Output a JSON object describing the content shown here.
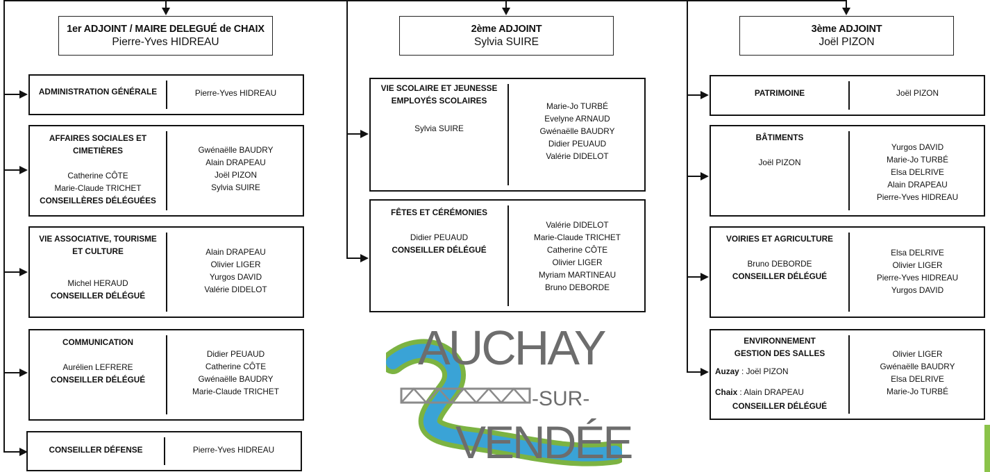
{
  "colors": {
    "line": "#111111",
    "logo_text": "#6d6d6d",
    "logo_blue": "#3aa3d6",
    "logo_green": "#7cb342",
    "accent_green": "#8bc34a"
  },
  "headers": {
    "first": {
      "title": "1er ADJOINT / MAIRE DELEGUÉ de CHAIX",
      "name": "Pierre-Yves HIDREAU"
    },
    "second": {
      "title": "2ème ADJOINT",
      "name": "Sylvia SUIRE"
    },
    "third": {
      "title": "3ème ADJOINT",
      "name": "Joël PIZON"
    }
  },
  "col1": {
    "admin": {
      "title": "ADMINISTRATION GÉNÉRALE",
      "member": "Pierre-Yves HIDREAU"
    },
    "social": {
      "title1": "AFFAIRES SOCIALES ET",
      "title2": "CIMETIÈRES",
      "lead1": "Catherine CÔTE",
      "lead2": "Marie-Claude TRICHET",
      "role": "CONSEILLÈRES DÉLÉGUÉES",
      "members": [
        "Gwénaëlle BAUDRY",
        "Alain DRAPEAU",
        "Joël PIZON",
        "Sylvia SUIRE"
      ]
    },
    "asso": {
      "title1": "VIE ASSOCIATIVE, TOURISME",
      "title2": "ET CULTURE",
      "lead": "Michel HERAUD",
      "role": "CONSEILLER DÉLÉGUÉ",
      "members": [
        "Alain DRAPEAU",
        "Olivier LIGER",
        "Yurgos DAVID",
        "Valérie DIDELOT"
      ]
    },
    "comm": {
      "title": "COMMUNICATION",
      "lead": "Aurélien LEFRERE",
      "role": "CONSEILLER DÉLÉGUÉ",
      "members": [
        "Didier PEUAUD",
        "Catherine CÔTE",
        "Gwénaëlle BAUDRY",
        "Marie-Claude TRICHET"
      ]
    },
    "defense": {
      "title": "CONSEILLER DÉFENSE",
      "member": "Pierre-Yves HIDREAU"
    }
  },
  "col2": {
    "school": {
      "title1": "VIE SCOLAIRE ET JEUNESSE",
      "title2": "EMPLOYÉS SCOLAIRES",
      "lead": "Sylvia SUIRE",
      "members": [
        "Marie-Jo TURBÉ",
        "Evelyne ARNAUD",
        "Gwénaëlle BAUDRY",
        "Didier PEUAUD",
        "Valérie DIDELOT"
      ]
    },
    "fetes": {
      "title": "FÊTES ET CÉRÉMONIES",
      "lead": "Didier PEUAUD",
      "role": "CONSEILLER DÉLÉGUÉ",
      "members": [
        "Valérie DIDELOT",
        "Marie-Claude TRICHET",
        "Catherine CÔTE",
        "Olivier LIGER",
        "Myriam MARTINEAU",
        "Bruno DEBORDE"
      ]
    }
  },
  "logo": {
    "word1": "AUCHAY",
    "word2": "-SUR-",
    "word3": "VENDÉE"
  },
  "col3": {
    "patrimoine": {
      "title": "PATRIMOINE",
      "member": "Joël PIZON"
    },
    "batiments": {
      "title": "BÂTIMENTS",
      "lead": "Joël PIZON",
      "members": [
        "Yurgos DAVID",
        "Marie-Jo TURBÉ",
        "Elsa DELRIVE",
        "Alain DRAPEAU",
        "Pierre-Yves HIDREAU"
      ]
    },
    "voiries": {
      "title": "VOIRIES ET AGRICULTURE",
      "lead": "Bruno DEBORDE",
      "role": "CONSEILLER DÉLÉGUÉ",
      "members": [
        "Elsa DELRIVE",
        "Olivier LIGER",
        "Pierre-Yves HIDREAU",
        "Yurgos DAVID"
      ]
    },
    "env": {
      "title1": "ENVIRONNEMENT",
      "title2": "GESTION DES SALLES",
      "auzay_label": "Auzay",
      "auzay_name": " : Joël PIZON",
      "chaix_label": "Chaix",
      "chaix_name": " : Alain DRAPEAU",
      "role": "CONSEILLER DÉLÉGUÉ",
      "members": [
        "Olivier LIGER",
        "Gwénaëlle BAUDRY",
        "Elsa DELRIVE",
        "Marie-Jo TURBÉ"
      ]
    }
  }
}
